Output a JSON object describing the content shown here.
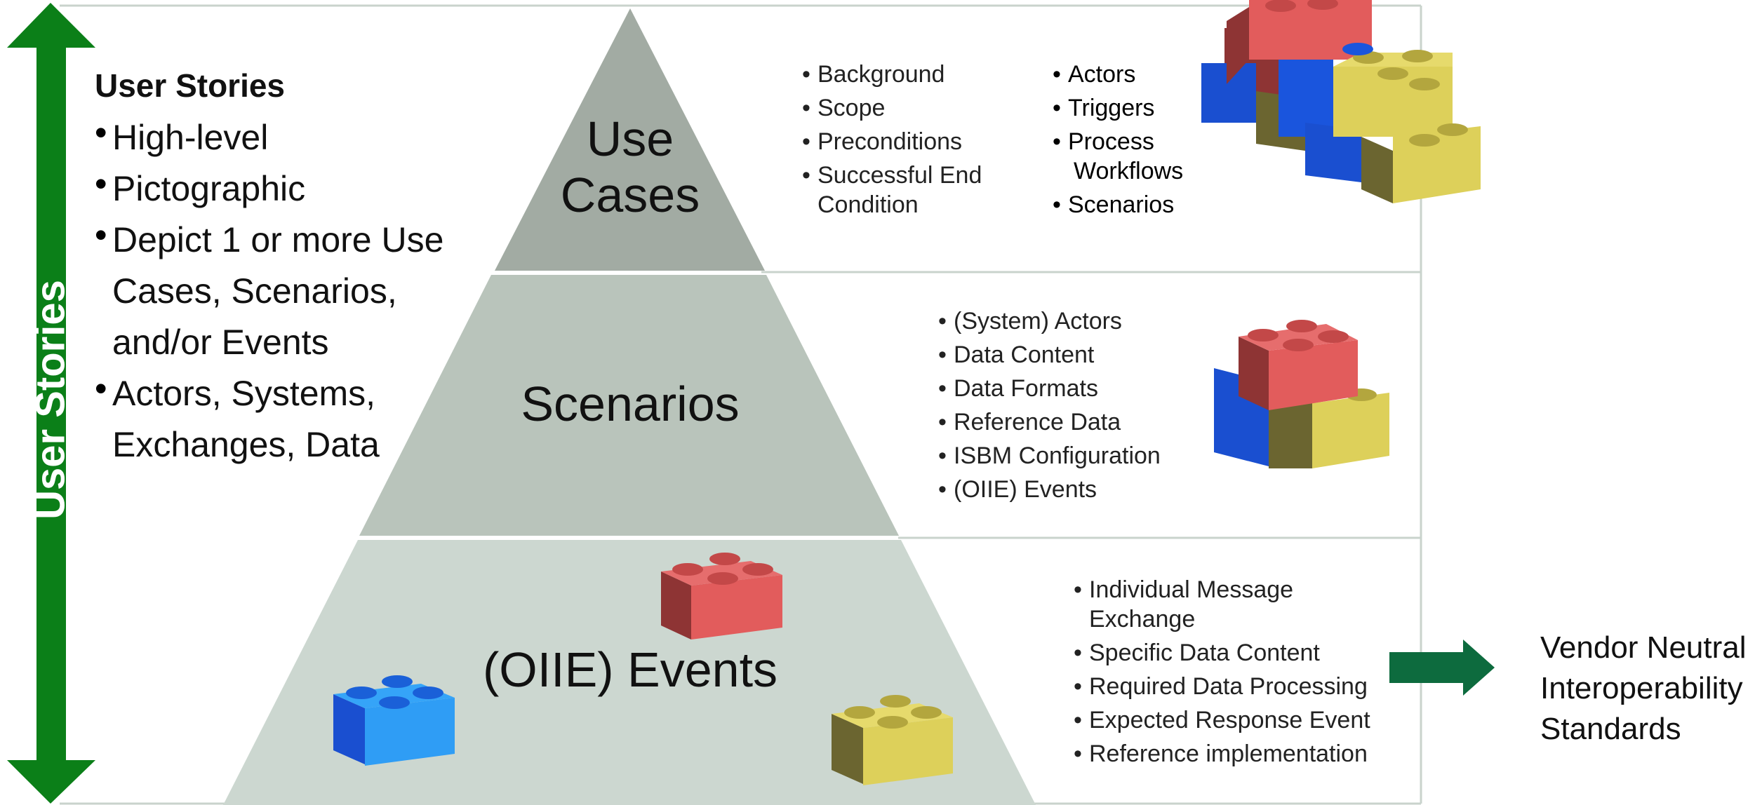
{
  "colors": {
    "arrow_green": "#0b7f18",
    "dark_arrow_green": "#0d6b3e",
    "tier_top": "#a2aba3",
    "tier_middle": "#b9c4bb",
    "tier_bottom": "#ccd7d0",
    "frame": "#c9d3cc",
    "lego_red": "#e25c5c",
    "lego_blue": "#1a67e0",
    "lego_yellow": "#ddd05a"
  },
  "vertical_arrow_label": "User Stories",
  "left_panel": {
    "title": "User Stories",
    "items": [
      {
        "lines": [
          "High-level"
        ]
      },
      {
        "lines": [
          "Pictographic"
        ]
      },
      {
        "lines": [
          "Depict 1 or more Use",
          "Cases, Scenarios,",
          "and/or Events"
        ]
      },
      {
        "lines": [
          "Actors, Systems,",
          "Exchanges, Data"
        ]
      }
    ]
  },
  "pyramid": {
    "top_label": [
      "Use",
      "Cases"
    ],
    "middle_label": "Scenarios",
    "bottom_label": "(OIIE) Events"
  },
  "use_cases_details": {
    "col1": [
      {
        "lines": [
          "Background"
        ]
      },
      {
        "lines": [
          "Scope"
        ]
      },
      {
        "lines": [
          "Preconditions"
        ]
      },
      {
        "lines": [
          "Successful End",
          "Condition"
        ]
      }
    ],
    "col2": [
      {
        "lines": [
          "Actors"
        ]
      },
      {
        "lines": [
          "Triggers"
        ]
      },
      {
        "lines": [
          "Process",
          "Workflows"
        ]
      },
      {
        "lines": [
          "Scenarios"
        ]
      }
    ]
  },
  "scenarios_details": [
    {
      "lines": [
        "(System) Actors"
      ]
    },
    {
      "lines": [
        "Data Content"
      ]
    },
    {
      "lines": [
        "Data Formats"
      ]
    },
    {
      "lines": [
        "Reference Data"
      ]
    },
    {
      "lines": [
        "ISBM Configuration"
      ]
    },
    {
      "lines": [
        "(OIIE) Events"
      ]
    }
  ],
  "events_details": [
    {
      "lines": [
        "Individual Message",
        "Exchange"
      ]
    },
    {
      "lines": [
        "Specific Data Content"
      ]
    },
    {
      "lines": [
        "Required Data Processing"
      ]
    },
    {
      "lines": [
        "Expected Response Event"
      ]
    },
    {
      "lines": [
        "Reference implementation"
      ]
    }
  ],
  "output_label": [
    "Vendor Neutral",
    "Interoperability",
    "Standards"
  ]
}
